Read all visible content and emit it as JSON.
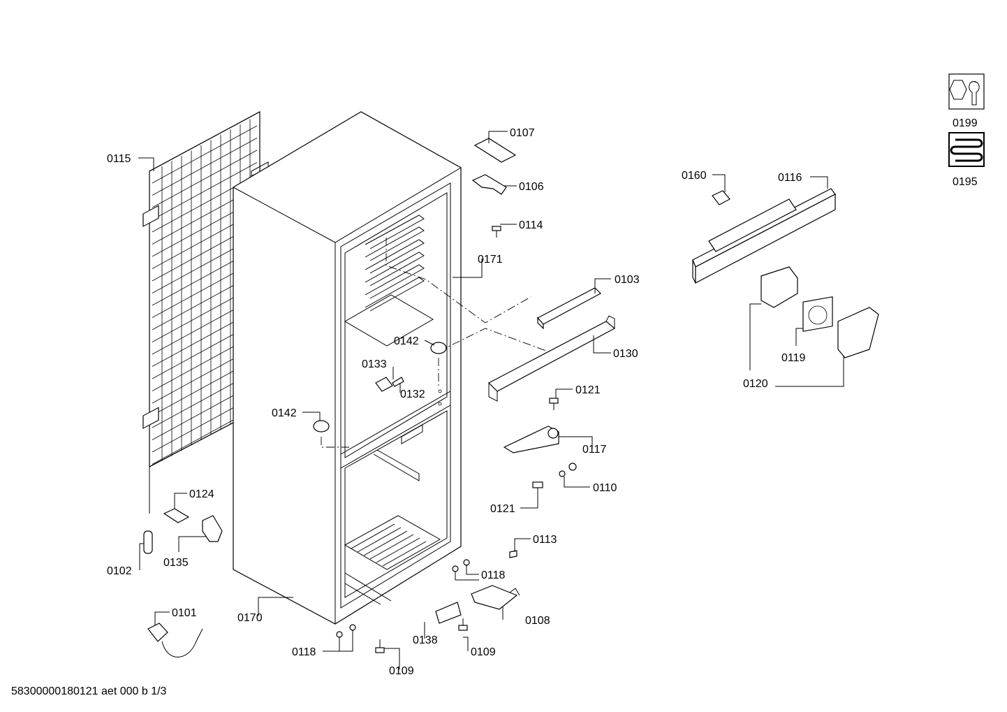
{
  "footer_code": "58300000180121 aet 000 b 1/3",
  "parts": {
    "p0101": "0101",
    "p0102": "0102",
    "p0103": "0103",
    "p0106": "0106",
    "p0107": "0107",
    "p0108": "0108",
    "p0109a": "0109",
    "p0109b": "0109",
    "p0110": "0110",
    "p0113": "0113",
    "p0114": "0114",
    "p0115": "0115",
    "p0116": "0116",
    "p0117": "0117",
    "p0118a": "0118",
    "p0118b": "0118",
    "p0119": "0119",
    "p0120": "0120",
    "p0121a": "0121",
    "p0121b": "0121",
    "p0124": "0124",
    "p0130": "0130",
    "p0132": "0132",
    "p0133": "0133",
    "p0135": "0135",
    "p0138": "0138",
    "p0142a": "0142",
    "p0142b": "0142",
    "p0160": "0160",
    "p0170": "0170",
    "p0171": "0171",
    "p0195": "0195",
    "p0199": "0199"
  }
}
